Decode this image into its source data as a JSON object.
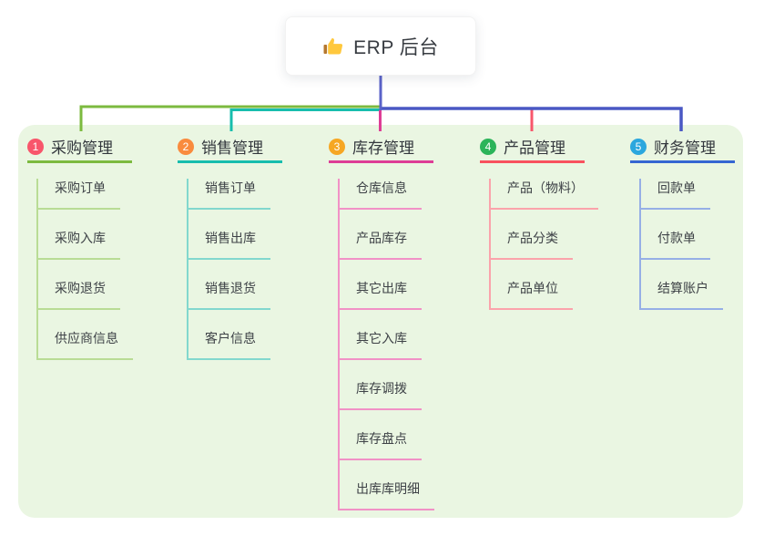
{
  "root": {
    "label": "ERP 后台",
    "icon": "thumbs-up-icon"
  },
  "panel": {
    "background": "#EAF6E2"
  },
  "colors": {
    "root_stem": "#5A62C8",
    "branch_lines": [
      "#7CBA3F",
      "#17BDAD",
      "#DE3D96",
      "#F8515E",
      "#3566D2"
    ],
    "child_lines": [
      "#B9DC95",
      "#82D8CE",
      "#F191C6",
      "#FBA3AB",
      "#96AFE6"
    ],
    "badges": [
      "#F8566B",
      "#F98B3E",
      "#F6A723",
      "#2CB45A",
      "#2BA7DE"
    ]
  },
  "branches": [
    {
      "num": "1",
      "title": "采购管理",
      "children": [
        "采购订单",
        "采购入库",
        "采购退货",
        "供应商信息"
      ]
    },
    {
      "num": "2",
      "title": "销售管理",
      "children": [
        "销售订单",
        "销售出库",
        "销售退货",
        "客户信息"
      ]
    },
    {
      "num": "3",
      "title": "库存管理",
      "children": [
        "仓库信息",
        "产品库存",
        "其它出库",
        "其它入库",
        "库存调拨",
        "库存盘点",
        "出库库明细"
      ]
    },
    {
      "num": "4",
      "title": "产品管理",
      "children": [
        "产品（物料）",
        "产品分类",
        "产品单位"
      ]
    },
    {
      "num": "5",
      "title": "财务管理",
      "children": [
        "回款单",
        "付款单",
        "结算账户"
      ]
    }
  ]
}
